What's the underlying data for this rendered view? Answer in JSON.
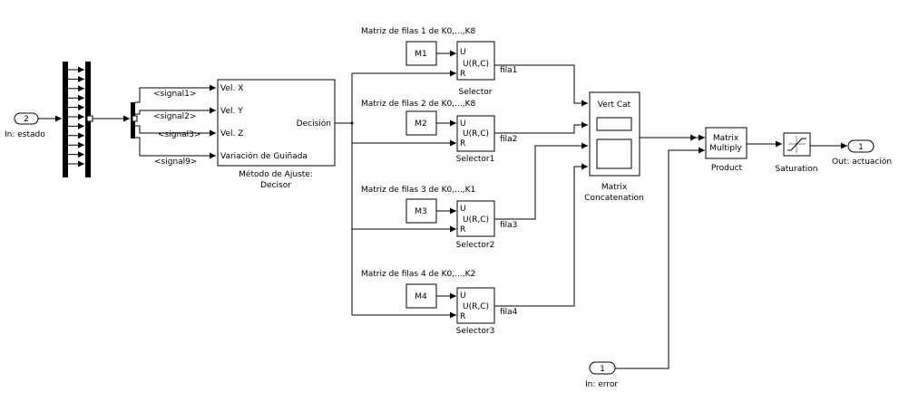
{
  "diagram": {
    "inport_estado": {
      "number": "2",
      "label": "In: estado"
    },
    "inport_error": {
      "number": "1",
      "label": "In: error"
    },
    "outport": {
      "number": "1",
      "label": "Out: actuación"
    },
    "signals": [
      "<signal1>",
      "<signal2>",
      "<signal3>",
      "<signal9>"
    ],
    "decisor": {
      "ports_in": [
        "Vel. X",
        "Vel. Y",
        "Vel. Z",
        "Variación de Guiñada"
      ],
      "port_out": "Decisión",
      "caption_line1": "Método de Ajuste:",
      "caption_line2": "Decisor"
    },
    "rows": [
      {
        "title": "Matriz de filas 1 de K0,...,K8",
        "const": "M1",
        "selector": "Selector",
        "fila": "fila1"
      },
      {
        "title": "Matriz de filas 2 de K0,...,K8",
        "const": "M2",
        "selector": "Selector1",
        "fila": "fila2"
      },
      {
        "title": "Matriz de filas 3 de K0,...,K1",
        "const": "M3",
        "selector": "Selector2",
        "fila": "fila3"
      },
      {
        "title": "Matriz de filas 4 de K0,...,K2",
        "const": "M4",
        "selector": "Selector3",
        "fila": "fila4"
      }
    ],
    "selector_ports": {
      "u": "U",
      "r": "R",
      "out": "U(R,C)"
    },
    "vertcat": {
      "label": "Vert Cat",
      "caption_line1": "Matrix",
      "caption_line2": "Concatenation"
    },
    "product": {
      "line1": "Matrix",
      "line2": "Multiply",
      "caption": "Product"
    },
    "saturation": {
      "caption": "Saturation"
    }
  }
}
